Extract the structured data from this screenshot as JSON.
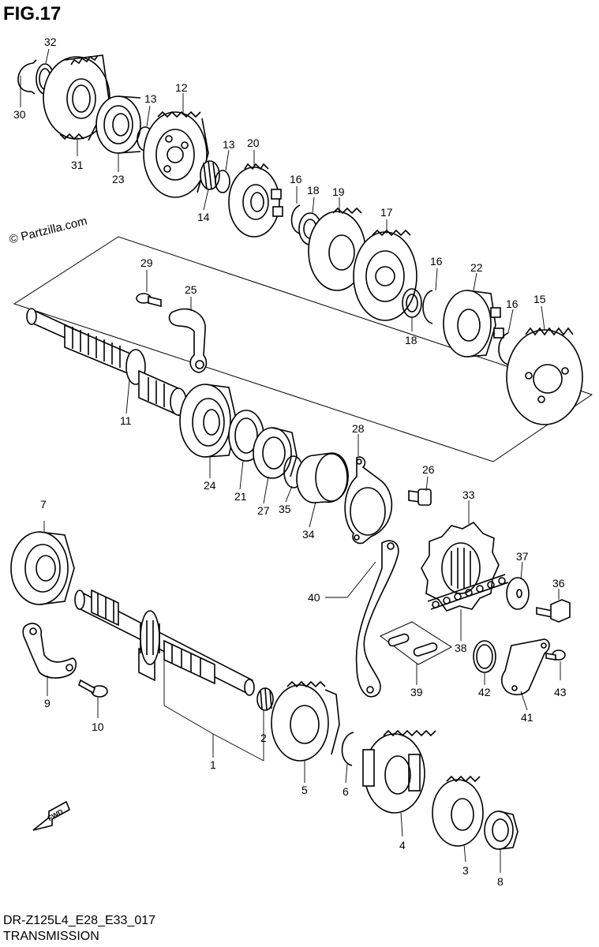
{
  "figure": {
    "title": "FIG.17",
    "watermark": "© Partzilla.com",
    "model_code": "DR-Z125L4_E28_E33_017",
    "caption": "TRANSMISSION",
    "fwd_label": "FWD"
  },
  "callouts": {
    "c1": "1",
    "c2": "2",
    "c3": "3",
    "c4": "4",
    "c5": "5",
    "c6": "6",
    "c7": "7",
    "c8": "8",
    "c9": "9",
    "c10": "10",
    "c11": "11",
    "c12": "12",
    "c13a": "13",
    "c13b": "13",
    "c14": "14",
    "c15": "15",
    "c16a": "16",
    "c16b": "16",
    "c16c": "16",
    "c17": "17",
    "c18a": "18",
    "c18b": "18",
    "c19": "19",
    "c20": "20",
    "c21": "21",
    "c22": "22",
    "c23": "23",
    "c24": "24",
    "c25": "25",
    "c26": "26",
    "c27": "27",
    "c28": "28",
    "c29": "29",
    "c30": "30",
    "c31": "31",
    "c32": "32",
    "c33": "33",
    "c34": "34",
    "c35": "35",
    "c36": "36",
    "c37": "37",
    "c38": "38",
    "c39": "39",
    "c40": "40",
    "c41": "41",
    "c42": "42",
    "c43": "43"
  }
}
